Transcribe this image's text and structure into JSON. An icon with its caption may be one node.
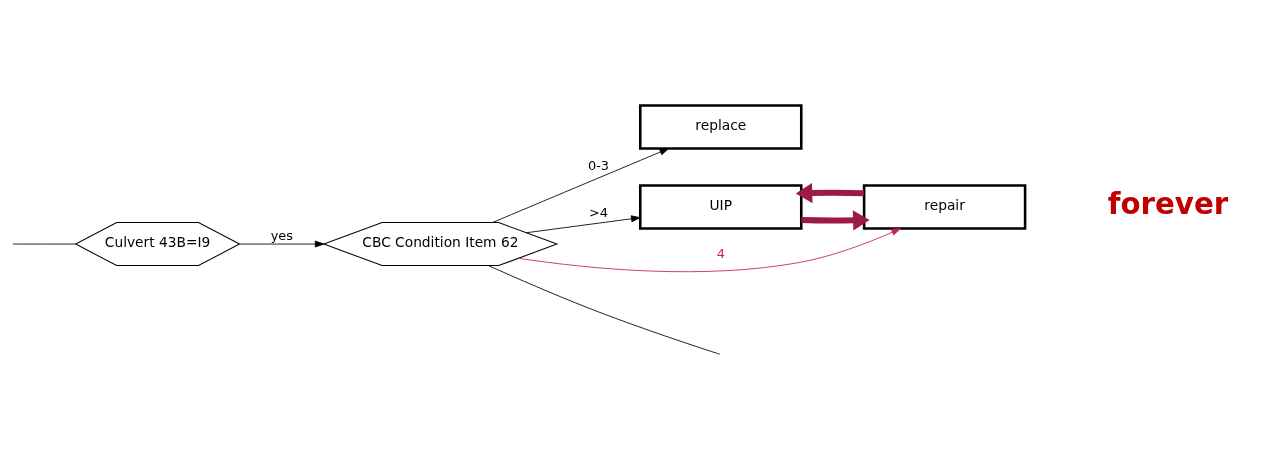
{
  "diagram": {
    "nodes": [
      {
        "text": [
          "Culvert 43B=I9"
        ]
      },
      {
        "text": [
          "replace"
        ]
      },
      {
        "text": [
          "CBC Condition Item 62"
        ]
      },
      {
        "text": [
          "UIP"
        ]
      },
      {
        "text": [
          "repair"
        ]
      }
    ],
    "edges": [
      {
        "from": null,
        "to": 0,
        "arrow": "none"
      },
      {
        "from": 0,
        "to": 2,
        "arrow": "to",
        "label": "yes"
      },
      {
        "from": 2,
        "to": 1,
        "arrow": "to",
        "label": "0-3"
      },
      {
        "from": 2,
        "to": null,
        "arrow": "none"
      },
      {
        "from": 2,
        "to": 3,
        "arrow": "to",
        "label": ">4"
      },
      {
        "from": 2,
        "to": 4,
        "arrow": "to",
        "label": "4",
        "color": "#c0245a"
      },
      {
        "from": 3,
        "to": 4,
        "arrow": "to",
        "style": "thick",
        "color": "#9b1b45"
      },
      {
        "from": 4,
        "to": 3,
        "arrow": "to",
        "style": "thick",
        "color": "#9b1b45"
      }
    ],
    "labels": [
      "forever"
    ]
  }
}
